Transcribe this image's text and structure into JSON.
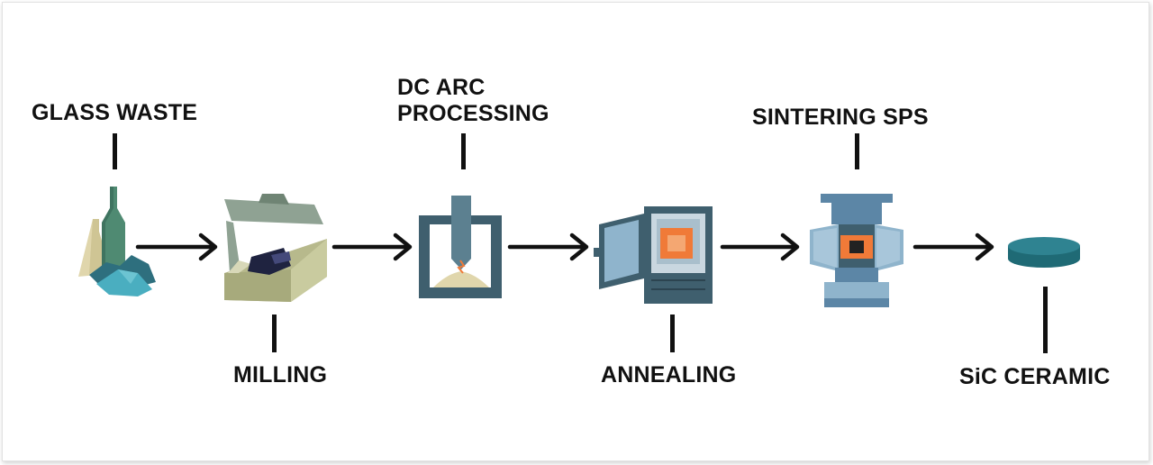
{
  "steps": [
    {
      "label": "GLASS WASTE",
      "icon": "glass-waste-icon"
    },
    {
      "label": "MILLING",
      "icon": "mill-icon"
    },
    {
      "label": "DC ARC\nPROCESSING",
      "icon": "arc-furnace-icon"
    },
    {
      "label": "ANNEALING",
      "icon": "annealing-furnace-icon"
    },
    {
      "label": "SINTERING SPS",
      "icon": "sps-press-icon"
    },
    {
      "label": "SiC CERAMIC",
      "icon": "ceramic-disc-icon"
    }
  ],
  "colors": {
    "text": "#111111",
    "teal": "#2e6f7e",
    "slate": "#3f5f6e",
    "khaki": "#b7b98c",
    "sand": "#e0d6ac",
    "orange": "#f07a38",
    "sky": "#8fb4cc"
  }
}
